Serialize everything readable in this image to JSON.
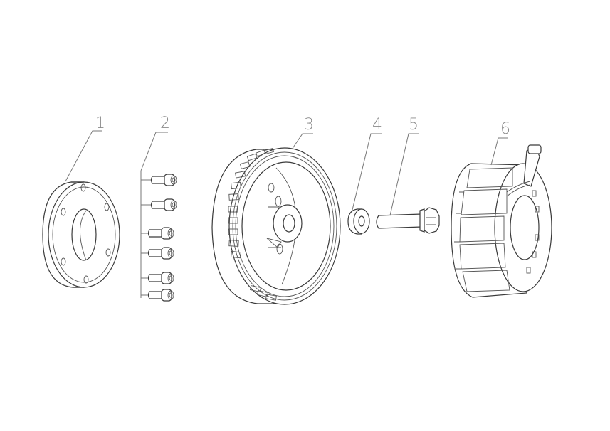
{
  "diagram": {
    "type": "exploded-view parts diagram",
    "background": "#ffffff",
    "line_color": "#3a3a3a",
    "callout_color": "#8a8a8a",
    "parts": [
      {
        "id": "part-1",
        "callout": "1",
        "description": "flanged ring with 6 bolt holes"
      },
      {
        "id": "part-2",
        "callout": "2",
        "description": "socket head cap screws",
        "quantity_drawn": 6
      },
      {
        "id": "part-3",
        "callout": "3",
        "description": "flywheel rotor with slotted rim"
      },
      {
        "id": "part-4",
        "callout": "4",
        "description": "washer"
      },
      {
        "id": "part-5",
        "callout": "5",
        "description": "hex flange bolt"
      },
      {
        "id": "part-6",
        "callout": "6",
        "description": "stator coil assembly with lead wire"
      }
    ]
  }
}
